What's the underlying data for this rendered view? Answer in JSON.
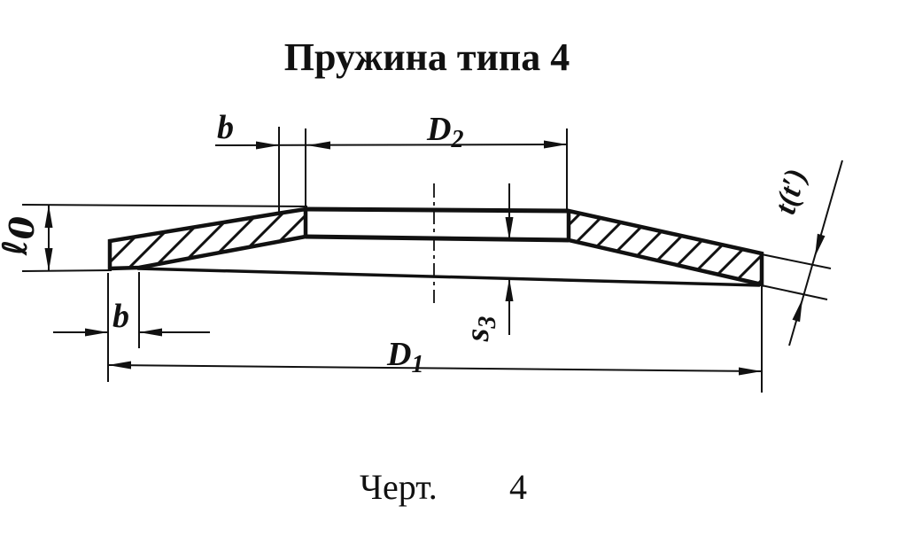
{
  "title": "Пружина типа 4",
  "caption": {
    "label": "Черт.",
    "number": "4"
  },
  "dimensions": {
    "b_top": "b",
    "b_bottom": "b",
    "d2": {
      "base": "D",
      "sub": "2"
    },
    "d1": {
      "base": "D",
      "sub": "1"
    },
    "l0": {
      "base": "ℓ",
      "sub": "0"
    },
    "s3": {
      "base": "s",
      "sub": "3"
    },
    "t": "t(t′)"
  },
  "colors": {
    "ink": "#111111",
    "paper": "#ffffff"
  }
}
